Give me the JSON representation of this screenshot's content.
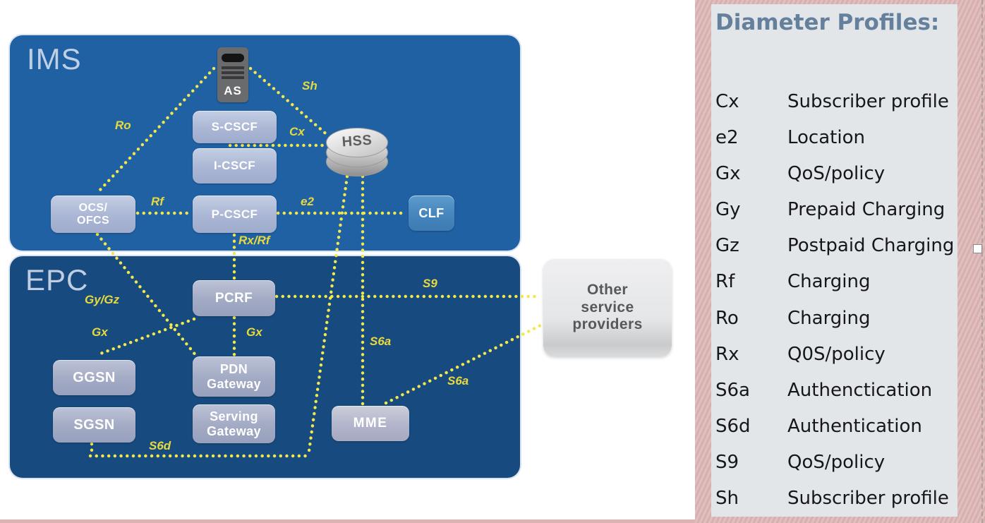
{
  "palette": {
    "ims_bg": "#2061a4",
    "epc_bg": "#174a7e",
    "ims_node_fill": "#aab6d4",
    "epc_node_fill": "#a2aac4",
    "clf_fill": "#4484bc",
    "osp_fill": "#e4e6e8",
    "dotted_line_yellow": "#f2e74d",
    "edge_label_yellow": "#e8d93d",
    "legend_bg": "#e2e6e9",
    "legend_border_pink": "#ddb5b5",
    "legend_title_color": "#64809c",
    "legend_text_color": "#16161e"
  },
  "diagram": {
    "groups": {
      "ims": "IMS",
      "epc": "EPC"
    },
    "nodes": {
      "as": "AS",
      "s_cscf": "S-CSCF",
      "i_cscf": "I-CSCF",
      "ocs_ofcs_line1": "OCS/",
      "ocs_ofcs_line2": "OFCS",
      "p_cscf": "P-CSCF",
      "hss": "HSS",
      "clf": "CLF",
      "pcrf": "PCRF",
      "ggsn": "GGSN",
      "pdn_gw_line1": "PDN",
      "pdn_gw_line2": "Gateway",
      "sgsn": "SGSN",
      "serving_gw_line1": "Serving",
      "serving_gw_line2": "Gateway",
      "mme": "MME",
      "osp_line1": "Other",
      "osp_line2": "service",
      "osp_line3": "providers"
    },
    "edge_labels": {
      "ro": "Ro",
      "sh": "Sh",
      "cx": "Cx",
      "rf": "Rf",
      "e2": "e2",
      "rx_rf": "Rx/Rf",
      "gy_gz": "Gy/Gz",
      "gx_left": "Gx",
      "gx_right": "Gx",
      "s9": "S9",
      "s6a_vertical": "S6a",
      "s6a_diagonal": "S6a",
      "s6d": "S6d"
    }
  },
  "legend": {
    "title": "Diameter Profiles:",
    "rows": [
      {
        "code": "Cx",
        "meaning": "Subscriber profile"
      },
      {
        "code": "e2",
        "meaning": "Location"
      },
      {
        "code": "Gx",
        "meaning": "QoS/policy"
      },
      {
        "code": "Gy",
        "meaning": "Prepaid Charging"
      },
      {
        "code": "Gz",
        "meaning": "Postpaid Charging"
      },
      {
        "code": "Rf",
        "meaning": "Charging"
      },
      {
        "code": "Ro",
        "meaning": "Charging"
      },
      {
        "code": "Rx",
        "meaning": "Q0S/policy"
      },
      {
        "code": "S6a",
        "meaning": "Authenctication"
      },
      {
        "code": "S6d",
        "meaning": "Authentication"
      },
      {
        "code": "S9",
        "meaning": "QoS/policy"
      },
      {
        "code": "Sh",
        "meaning": "Subscriber profile"
      }
    ]
  }
}
